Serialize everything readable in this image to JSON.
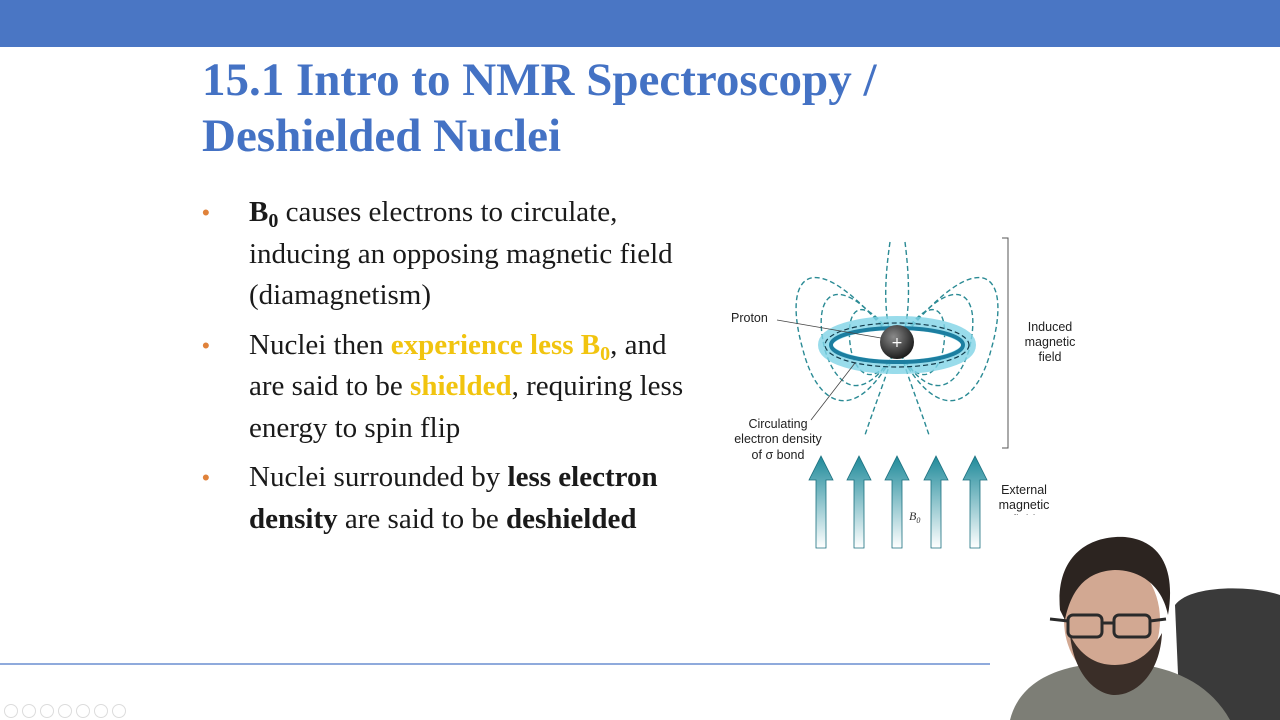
{
  "slide": {
    "title_line1": "15.1 Intro to NMR Spectroscopy /",
    "title_line2": "Deshielded Nuclei",
    "bullet1": {
      "b0": "B",
      "b0_sub": "0",
      "text": " causes electrons to circulate, inducing an opposing magnetic field (diamagnetism)"
    },
    "bullet2": {
      "text_a": "Nuclei then ",
      "highlight1": "experience less B",
      "highlight1_sub": "0",
      "text_b": ", and are said to be ",
      "highlight2": "shielded",
      "text_c": ", requiring less energy to spin flip"
    },
    "bullet3": {
      "text_a": "Nuclei surrounded by ",
      "bold": "less electron density",
      "text_b": " are said to be ",
      "bold2": "deshielded"
    },
    "bullet_marker": "•"
  },
  "figure": {
    "label_proton": "Proton",
    "label_induced_1": "Induced",
    "label_induced_2": "magnetic",
    "label_induced_3": "field",
    "label_circ_1": "Circulating",
    "label_circ_2": "electron density",
    "label_circ_3": "of σ bond",
    "label_external_1": "External",
    "label_external_2": "magnetic",
    "label_external_3": "field",
    "label_b0": "B",
    "label_b0_sub": "0",
    "proton_plus": "+"
  },
  "colors": {
    "header_bar": "#4a76c4",
    "title": "#4472c4",
    "highlight": "#f1c40f",
    "bullet_marker": "#e0823a",
    "field_lines": "#2a8a94"
  }
}
